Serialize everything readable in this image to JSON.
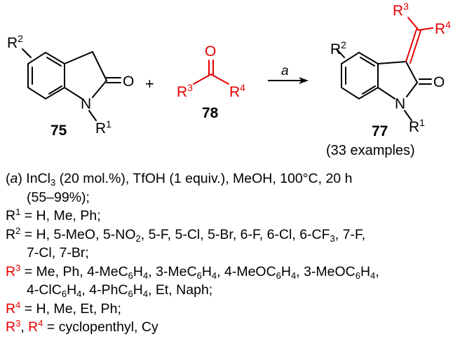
{
  "scheme": {
    "plus": "+",
    "reactant1": {
      "label": "75",
      "O": "O",
      "N": "N",
      "R2": "R",
      "R2_sup": "2",
      "R1": "R",
      "R1_sup": "1"
    },
    "reactant2": {
      "label": "78",
      "O": "O",
      "R3": "R",
      "R3_sup": "3",
      "R4": "R",
      "R4_sup": "4"
    },
    "arrow_label": "a",
    "product": {
      "label": "77",
      "examples": "(33 examples)",
      "O": "O",
      "N": "N",
      "R2": "R",
      "R2_sup": "2",
      "R1": "R",
      "R1_sup": "1",
      "R3": "R",
      "R3_sup": "3",
      "R4": "R",
      "R4_sup": "4"
    }
  },
  "conditions": {
    "a_open": "(",
    "a_letter": "a",
    "a_text_1": ") InCl",
    "a_sub_1": "3",
    "a_text_2": " (20 mol.%), TfOH (1 equiv.), MeOH, 100°C, 20 h",
    "a_yield": "(55–99%);",
    "r1_label": "R",
    "r1_sup": "1",
    "r1_values": " = H, Me, Ph;",
    "r2_label": "R",
    "r2_sup": "2",
    "r2_t1": " = H, 5-MeO, 5-NO",
    "r2_s1": "2",
    "r2_t2": ", 5-F, 5-Cl, 5-Br, 6-F, 6-Cl, 6-CF",
    "r2_s2": "3",
    "r2_t3": ", 7-F,",
    "r2_t4": "7-Cl, 7-Br;",
    "r3_label": "R",
    "r3_sup": "3",
    "r3_t1": " = Me, Ph, 4-MeC",
    "r3_s1": "6",
    "r3_t2": "H",
    "r3_s2": "4",
    "r3_t3": ", 3-MeC",
    "r3_s3": "6",
    "r3_t4": "H",
    "r3_s4": "4",
    "r3_t5": ", 4-MeOC",
    "r3_s5": "6",
    "r3_t6": "H",
    "r3_s6": "4",
    "r3_t7": ", 3-MeOC",
    "r3_s7": "6",
    "r3_t8": "H",
    "r3_s8": "4",
    "r3_t9": ",",
    "r3_u1": "4-ClC",
    "r3_us1": "6",
    "r3_u2": "H",
    "r3_us2": "4",
    "r3_u3": ", 4-PhC",
    "r3_us3": "6",
    "r3_u4": "H",
    "r3_us4": "4",
    "r3_u5": ", Et, Naph;",
    "r4_label": "R",
    "r4_sup": "4",
    "r4_values": " = H, Me, Et, Ph;",
    "r34_label_a": "R",
    "r34_sup_a": "3",
    "r34_comma": ", ",
    "r34_label_b": "R",
    "r34_sup_b": "4",
    "r34_values": " = cyclopenthyl, Cy"
  },
  "colors": {
    "highlight": "#e60000",
    "ink": "#000000"
  }
}
